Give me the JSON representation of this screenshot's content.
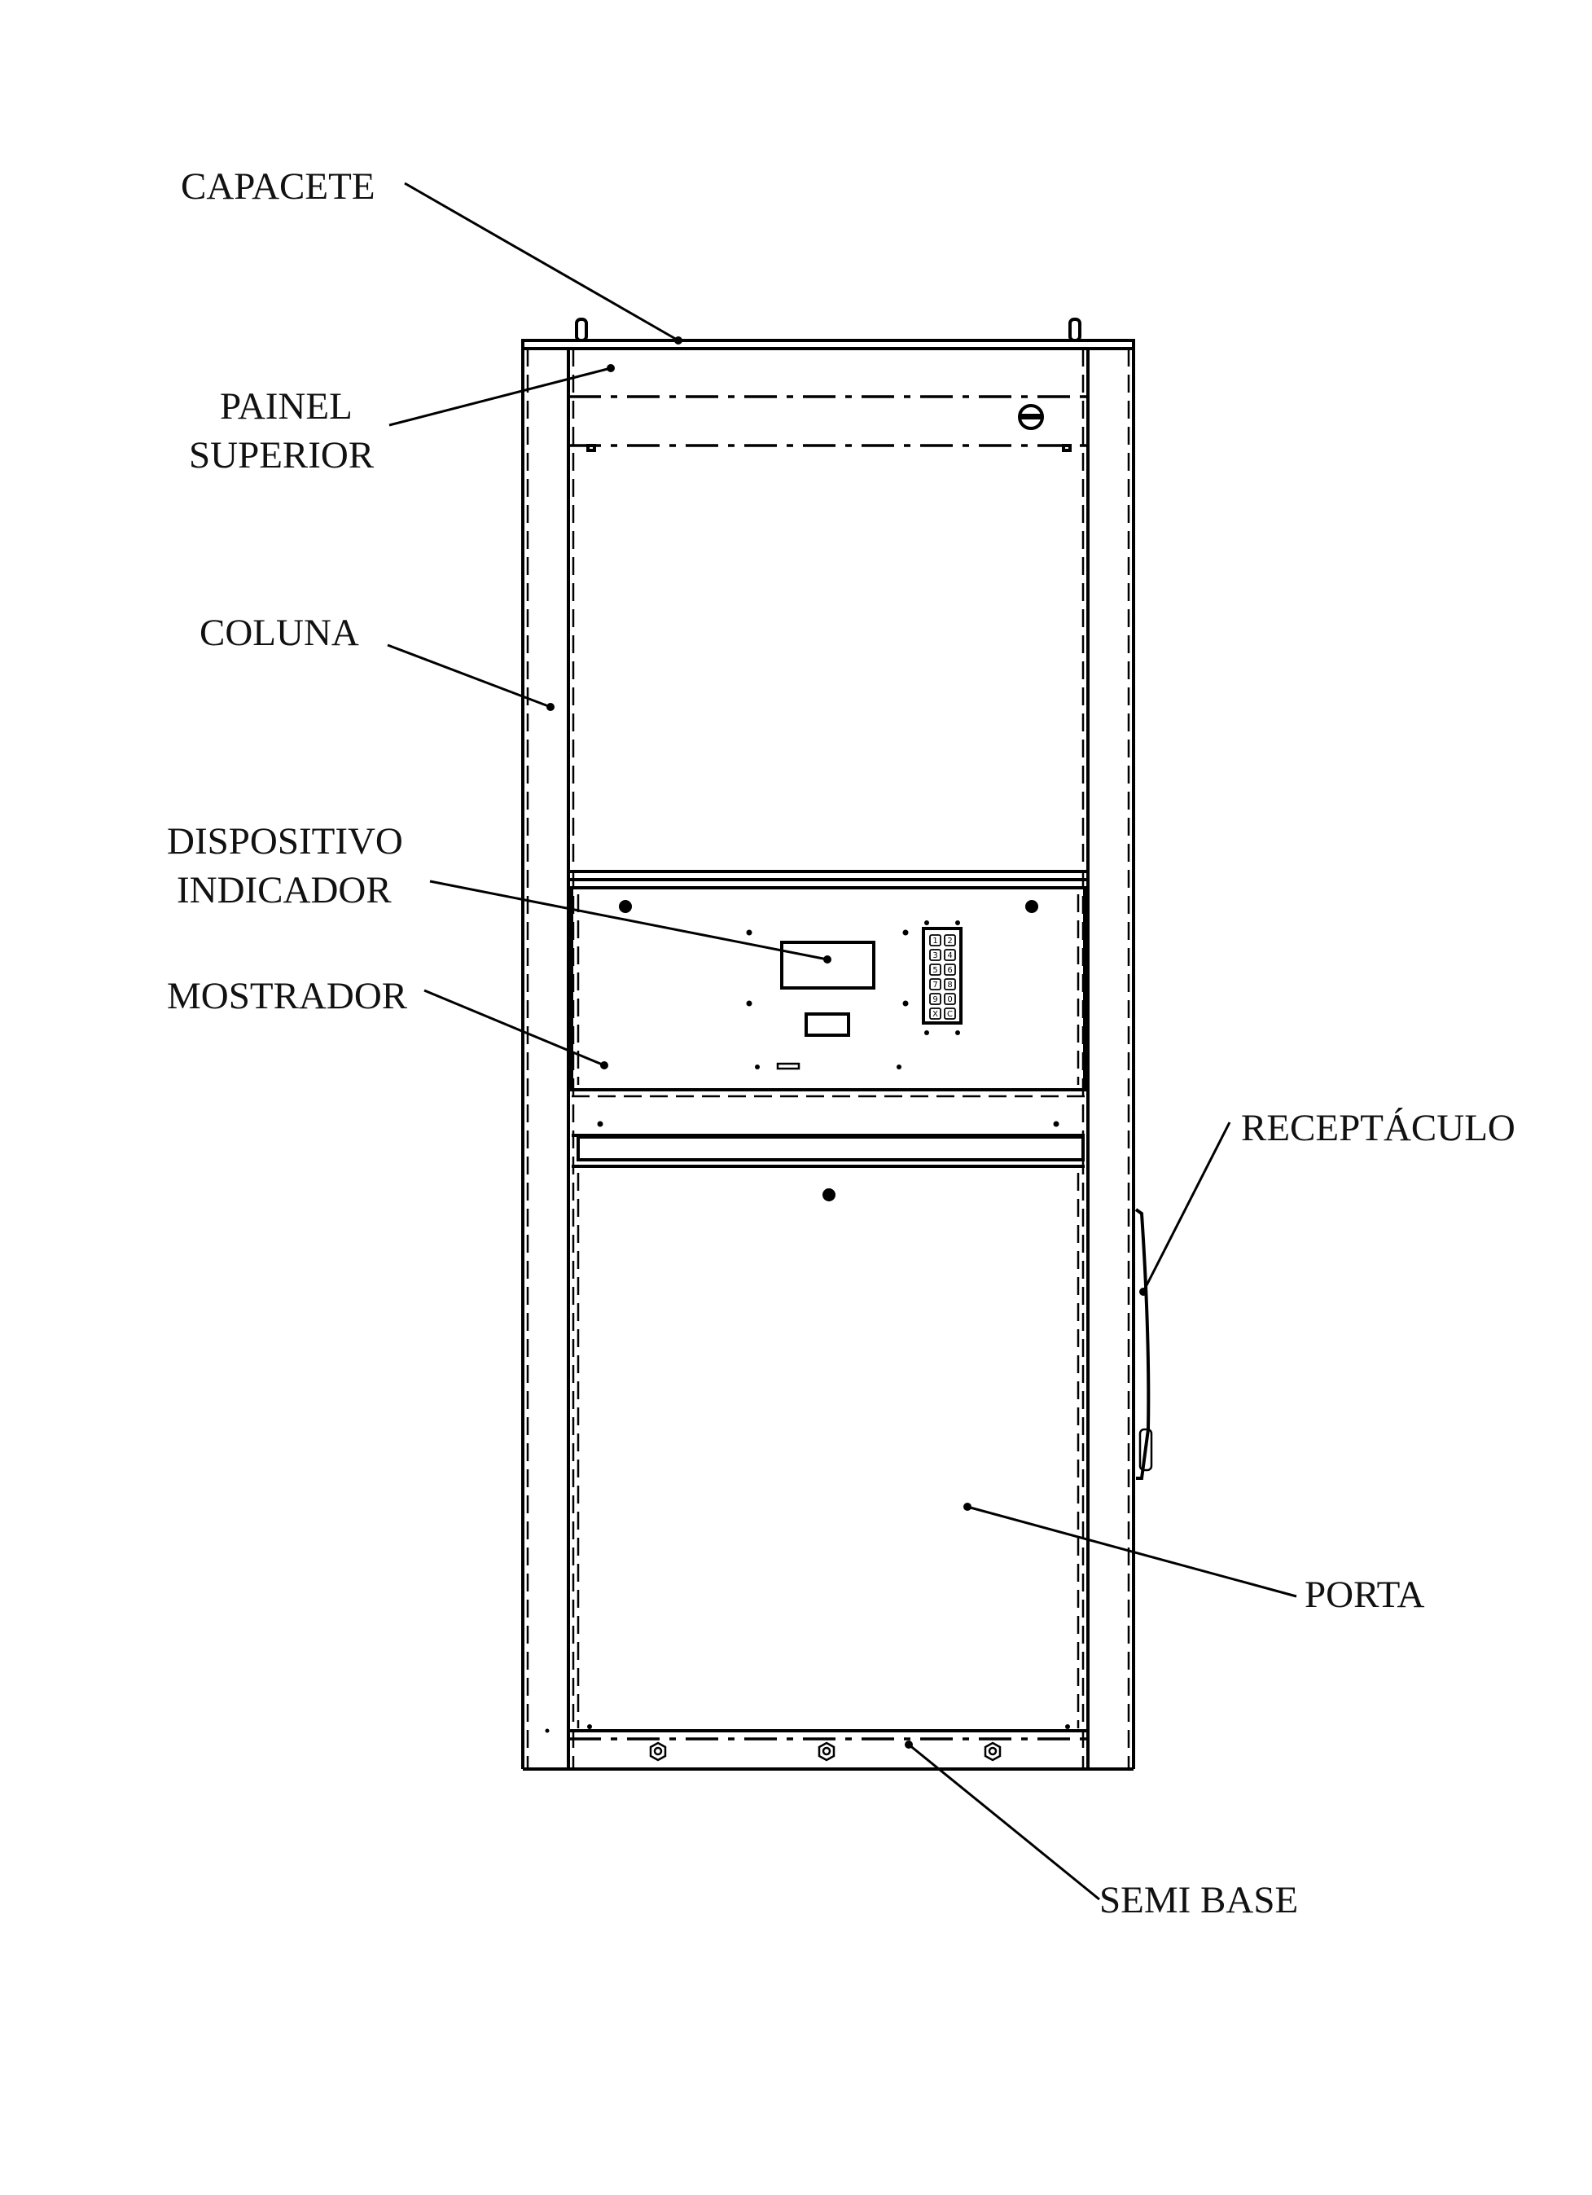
{
  "labels": {
    "capacete": "CAPACETE",
    "painel_superior_line1": "PAINEL",
    "painel_superior_line2": "SUPERIOR",
    "coluna": "COLUNA",
    "dispositivo_indicador_line1": "DISPOSITIVO",
    "dispositivo_indicador_line2": "INDICADOR",
    "mostrador": "MOSTRADOR",
    "receptaculo": "RECEPTÁCULO",
    "porta": "PORTA",
    "semi_base": "SEMI BASE"
  },
  "keypad": {
    "keys": [
      "1",
      "2",
      "3",
      "4",
      "5",
      "6",
      "7",
      "8",
      "9",
      "0",
      "X",
      "C"
    ]
  },
  "colors": {
    "line": "#000000",
    "background": "#ffffff"
  }
}
